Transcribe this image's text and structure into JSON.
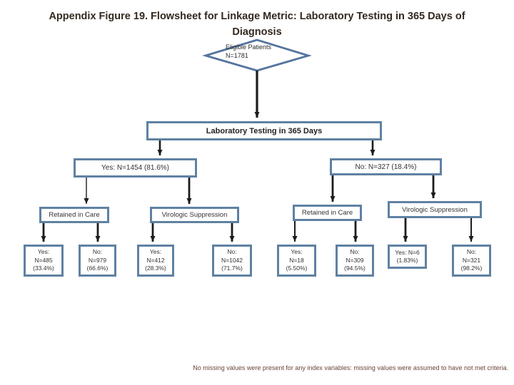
{
  "figure": {
    "title": "Appendix Figure 19. Flowsheet for Linkage Metric: Laboratory Testing in 365 Days of Diagnosis",
    "footnote": "No missing values were present for any index variables: missing values were assumed to have not met criteria."
  },
  "colors": {
    "box_border": "#5f81a3",
    "diamond_border": "#54749e",
    "connector": "#1c1c1c",
    "title_text": "#33291f",
    "footnote_text": "#6b4438",
    "node_fill": "#ffffff"
  },
  "flowchart": {
    "root": {
      "label": "Eligible Patients\nN=1781"
    },
    "metric": {
      "label": "Laboratory Testing in 365 Days"
    },
    "branches": {
      "yes": {
        "label": "Yes: N=1454 (81.6%)"
      },
      "no": {
        "label": "No: N=327 (18.4%)"
      }
    },
    "outcomes": {
      "yes_retained": {
        "label": "Retained in Care"
      },
      "yes_viro": {
        "label": "Virologic Suppression"
      },
      "no_retained": {
        "label": "Retained in Care"
      },
      "no_viro": {
        "label": "Virologic Suppression"
      }
    },
    "leaves": [
      {
        "label": "Yes:\nN=485\n(33.4%)"
      },
      {
        "label": "No:\nN=979\n(66.6%)"
      },
      {
        "label": "Yes:\nN=412\n(28.3%)"
      },
      {
        "label": "No:\nN=1042\n(71.7%)"
      },
      {
        "label": "Yes:\nN=18\n(5.50%)"
      },
      {
        "label": "No:\nN=309\n(94.5%)"
      },
      {
        "label": "Yes: N=6\n(1.83%)"
      },
      {
        "label": "No:\nN=321\n(98.2%)"
      }
    ]
  }
}
